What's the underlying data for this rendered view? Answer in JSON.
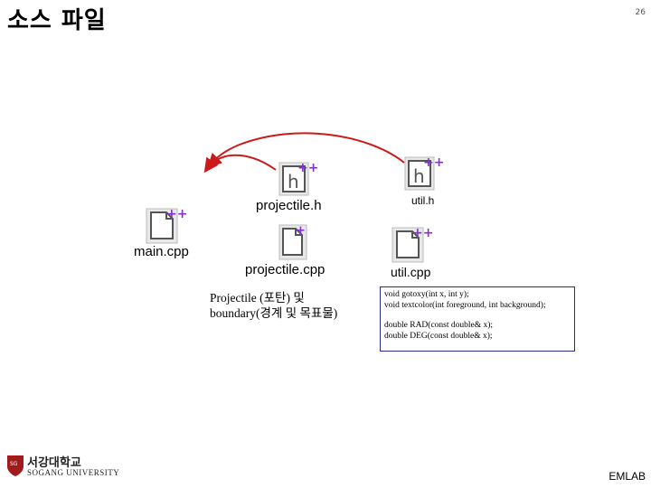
{
  "slide": {
    "title": "소스 파일",
    "page_number": "26",
    "footer": "EMLAB"
  },
  "files": {
    "projectile_h": "projectile.h",
    "util_h": "util.h",
    "main_cpp": "main.cpp",
    "projectile_cpp": "projectile.cpp",
    "util_cpp": "util.cpp"
  },
  "icons": {
    "header": "cpp-header-file-icon",
    "source": "cpp-source-file-icon",
    "plain": "blank-file-icon",
    "accent": "#8a2be2",
    "arrow": "#cc1a1a"
  },
  "notes": {
    "projectile_desc": [
      "Projectile (포탄) 및",
      "boundary(경계 및 목표물)"
    ],
    "util_desc": [
      "void gotoxy(int x, int y);",
      "void textcolor(int foreground, int background);",
      "double RAD(const double& x);",
      "double DEG(const double& x);"
    ]
  },
  "logo": {
    "korean": "서강대학교",
    "english": "SOGANG UNIVERSITY"
  }
}
